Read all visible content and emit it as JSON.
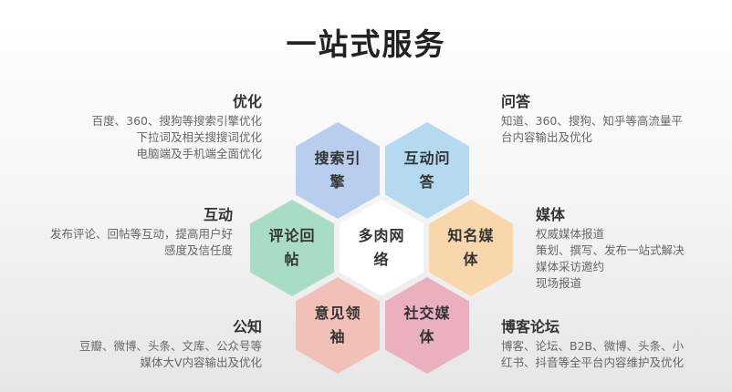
{
  "title": "一站式服务",
  "hexagons": [
    {
      "label": "搜索引擎",
      "color": "#b9cdee"
    },
    {
      "label": "互动问答",
      "color": "#b5daf0"
    },
    {
      "label": "评论回帖",
      "color": "#a9dcc5"
    },
    {
      "label": "多肉网络",
      "color": "#ffffff"
    },
    {
      "label": "知名媒体",
      "color": "#f8d7ad"
    },
    {
      "label": "意见领袖",
      "color": "#f1c0b8"
    },
    {
      "label": "社交媒体",
      "color": "#ebb0be"
    }
  ],
  "blocks": {
    "seo": {
      "head": "优化",
      "lines": [
        "百度、360、搜狗等搜索引擎优化",
        "下拉词及相关搜搜词优化",
        "电脑端及手机端全面优化"
      ]
    },
    "qa": {
      "head": "问答",
      "lines": [
        "知道、360、搜狗、知乎等高流量平",
        "台内容输出及优化"
      ]
    },
    "interact": {
      "head": "互动",
      "lines": [
        "发布评论、回帖等互动，提高用户好",
        "感度及信任度"
      ]
    },
    "media": {
      "head": "媒体",
      "lines": [
        "权威媒体报道",
        "策划、撰写、发布一站式解决",
        "媒体采访邀约",
        "现场报道"
      ]
    },
    "public": {
      "head": "公知",
      "lines": [
        "豆瓣、微博、头条、文库、公众号等",
        "媒体大V内容输出及优化"
      ]
    },
    "blog": {
      "head": "博客论坛",
      "lines": [
        "博客、论坛、B2B、微博、头条、小",
        "红书、抖音等全平台内容维护及优化"
      ]
    }
  }
}
